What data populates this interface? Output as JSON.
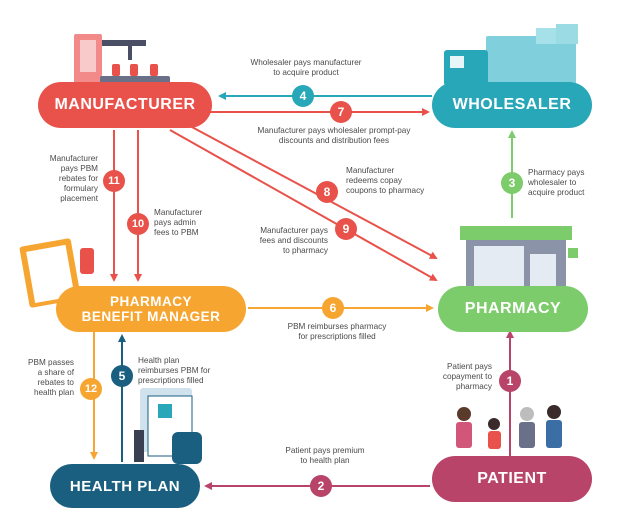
{
  "nodes": {
    "manufacturer": "MANUFACTURER",
    "wholesaler": "WHOLESALER",
    "pharmacy": "PHARMACY",
    "pbm_line1": "PHARMACY",
    "pbm_line2": "BENEFIT MANAGER",
    "health_plan": "HEALTH PLAN",
    "patient": "PATIENT"
  },
  "flows": [
    {
      "num": "1",
      "text": "Patient pays\ncopayment to\npharmacy"
    },
    {
      "num": "2",
      "text": "Patient pays premium\nto health plan"
    },
    {
      "num": "3",
      "text": "Pharmacy pays\nwholesaler to\nacquire product"
    },
    {
      "num": "4",
      "text": "Wholesaler pays manufacturer\nto acquire product"
    },
    {
      "num": "5",
      "text": "Health plan\nreimburses PBM for\nprescriptions filled"
    },
    {
      "num": "6",
      "text": "PBM reimburses pharmacy\nfor prescriptions filled"
    },
    {
      "num": "7",
      "text": "Manufacturer pays wholesaler prompt-pay\ndiscounts and distribution fees"
    },
    {
      "num": "8",
      "text": "Manufacturer\nredeems copay\ncoupons to pharmacy"
    },
    {
      "num": "9",
      "text": "Manufacturer pays\nfees and discounts\nto pharmacy"
    },
    {
      "num": "10",
      "text": "Manufacturer\npays admin\nfees to PBM"
    },
    {
      "num": "11",
      "text": "Manufacturer\npays PBM\nrebates for\nformulary\nplacement"
    },
    {
      "num": "12",
      "text": "PBM passes\na share of\nrebates to\nhealth plan"
    }
  ],
  "icons": [
    "factory-icon",
    "truck-icon",
    "store-icon",
    "clipboard-icon",
    "medical-form-icon",
    "people-icon"
  ],
  "colors": {
    "red": "#e8524a",
    "teal": "#28a7b8",
    "green": "#7ccc6b",
    "orange": "#f7a531",
    "navy": "#1a5f80",
    "magenta": "#b8446a",
    "text": "#4a4a4a"
  }
}
